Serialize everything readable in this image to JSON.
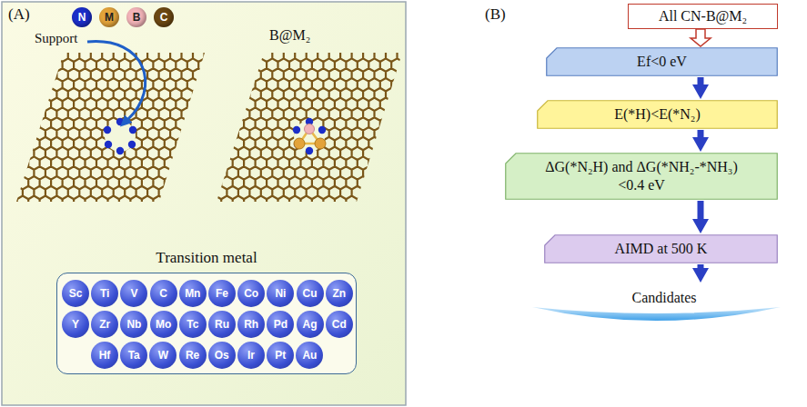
{
  "diagram": {
    "nodes": [
      {
        "text": [
          "Transition metal"
        ]
      },
      {
        "text": [
          "Sc"
        ],
        "in": 0
      },
      {
        "text": [
          "Ti"
        ],
        "in": 0
      },
      {
        "text": [
          "V"
        ],
        "in": 0
      },
      {
        "text": [
          "C"
        ],
        "in": 0
      },
      {
        "text": [
          "Mn"
        ],
        "in": 0
      },
      {
        "text": [
          "Fe"
        ],
        "in": 0
      },
      {
        "text": [
          "Co"
        ],
        "in": 0
      },
      {
        "text": [
          "Ni"
        ],
        "in": 0
      },
      {
        "text": [
          "Cu"
        ],
        "in": 0
      },
      {
        "text": [
          "Zn"
        ],
        "in": 0
      },
      {
        "text": [
          "Y"
        ],
        "in": 0
      },
      {
        "text": [
          "Zr"
        ],
        "in": 0
      },
      {
        "text": [
          "Nb"
        ],
        "in": 0
      },
      {
        "text": [
          "Mo"
        ],
        "in": 0
      },
      {
        "text": [
          "Tc"
        ],
        "in": 0
      },
      {
        "text": [
          "Ru"
        ],
        "in": 0
      },
      {
        "text": [
          "Rh"
        ],
        "in": 0
      },
      {
        "text": [
          "Pd"
        ],
        "in": 0
      },
      {
        "text": [
          "Ag"
        ],
        "in": 0
      },
      {
        "text": [
          "Cd"
        ],
        "in": 0
      },
      {
        "text": [
          "Hf"
        ],
        "in": 0
      },
      {
        "text": [
          "Ta"
        ],
        "in": 0
      },
      {
        "text": [
          "W"
        ],
        "in": 0
      },
      {
        "text": [
          "Re"
        ],
        "in": 0
      },
      {
        "text": [
          "Os"
        ],
        "in": 0
      },
      {
        "text": [
          "Ir"
        ],
        "in": 0
      },
      {
        "text": [
          "Pt"
        ],
        "in": 0
      },
      {
        "text": [
          "Au"
        ],
        "in": 0
      },
      {
        "text": [
          "All CN-B@M₂"
        ]
      },
      {
        "text": [
          "Ef<0 eV"
        ]
      },
      {
        "text": [
          "E(*H)<E(*N₂)"
        ]
      },
      {
        "text": [
          "ΔG(*N₂H) and ΔG(*NH₂-*NH₃)<0.4 eV"
        ]
      },
      {
        "text": [
          "AIMD at 500 K"
        ]
      },
      {
        "text": [
          "Candidates"
        ]
      }
    ],
    "edges": [
      {
        "from": 29,
        "to": 30,
        "arrow": "to"
      },
      {
        "from": 30,
        "to": 31,
        "arrow": "to"
      },
      {
        "from": 31,
        "to": 32,
        "arrow": "to"
      },
      {
        "from": 32,
        "to": 33,
        "arrow": "to"
      },
      {
        "from": 33,
        "to": 34,
        "arrow": "to"
      }
    ],
    "labels": [
      "(A)",
      "Support",
      "B@M₂",
      "(B)"
    ],
    "legend": [
      {
        "text": "N",
        "color": "#1b2ec8"
      },
      {
        "text": "M",
        "color": "#e3a33a"
      },
      {
        "text": "B",
        "color": "#f2b3b8"
      },
      {
        "text": "C",
        "color": "#6b4712"
      }
    ]
  }
}
